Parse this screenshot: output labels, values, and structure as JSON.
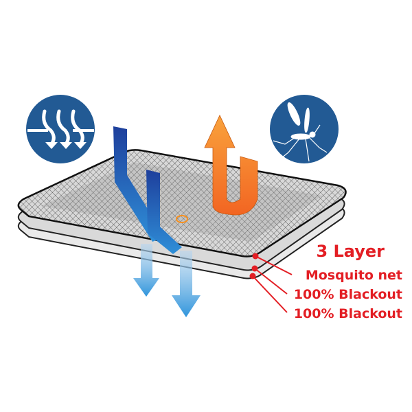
{
  "labels": {
    "title": "3 Layer",
    "layer1": "Mosquito net",
    "layer2": "100% Blackout",
    "layer3": "100% Blackout"
  },
  "icons": [
    "airflow-icon",
    "mosquito-icon"
  ],
  "colors": {
    "label_red": "#e31e24",
    "icon_blue": "#225a94",
    "cool_arrow_blue": "#1f5db0",
    "warm_arrow_orange": "#f7901e"
  }
}
